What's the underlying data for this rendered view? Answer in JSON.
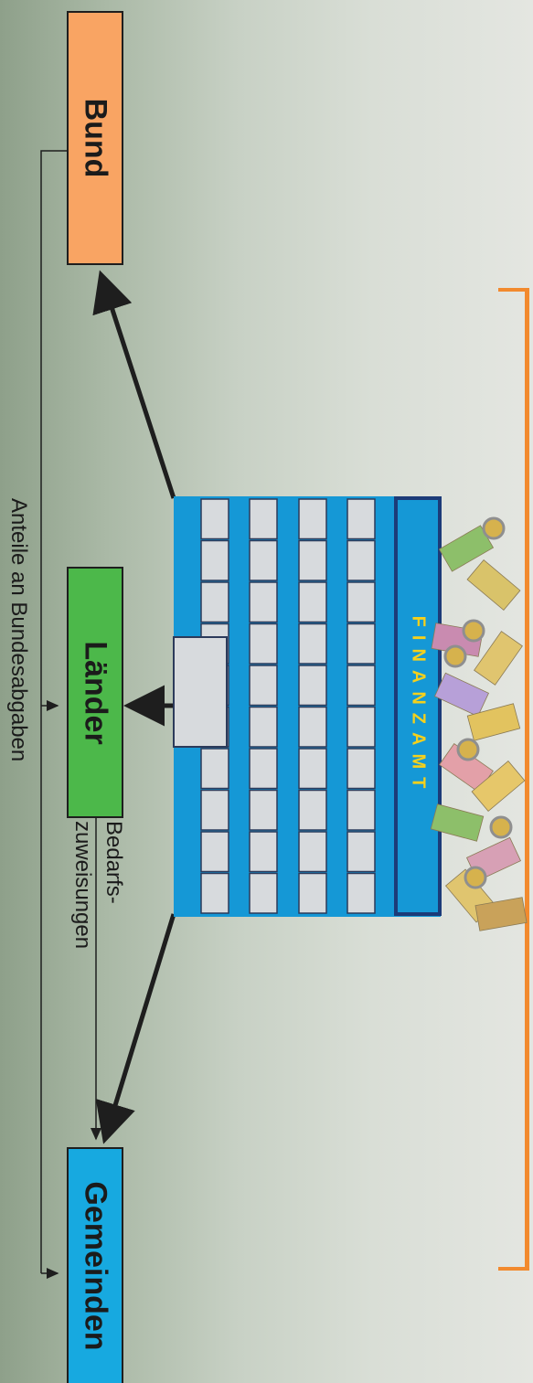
{
  "nodes": {
    "bund": "Bund",
    "laender": "Länder",
    "gemeinden": "Gemeinden"
  },
  "building": {
    "sign": "FINANZAMT"
  },
  "flows": {
    "bedarfszuweisungen_line1": "Bedarfs-",
    "bedarfszuweisungen_line2": "zuweisungen",
    "anteile": "Anteile an Bundesabgaben"
  },
  "colors": {
    "bund": "#f9a463",
    "laender": "#4cb84a",
    "gemeinden": "#17a9e0",
    "building": "#1598d6",
    "window": "#d7dadd",
    "sign_text": "#f5d01c",
    "orange_frame": "#f28a2e",
    "arrow": "#1e1e1e"
  },
  "icons": {
    "money": "money-pile-icon"
  }
}
